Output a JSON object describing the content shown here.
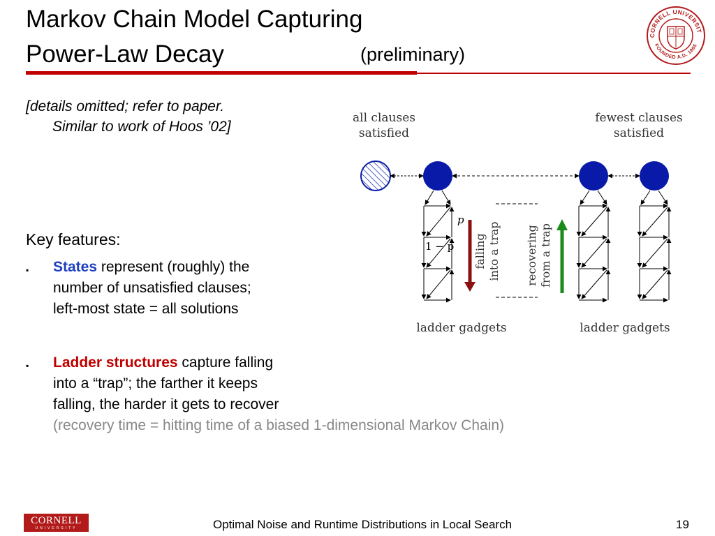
{
  "slide": {
    "title_line1": "Markov Chain Model Capturing",
    "title_line2": "Power-Law Decay",
    "title_suffix": "(preliminary)",
    "note_line1": "[details omitted; refer to paper.",
    "note_line2": "Similar to work of Hoos ’02]",
    "key_features": "Key features:",
    "bullets": [
      {
        "lead": "States",
        "lead_color": "#1f3fbf",
        "line1_rest": " represent (roughly) the",
        "line2": "number of unsatisfied clauses;",
        "line3": "left-most state = all solutions"
      },
      {
        "lead": "Ladder structures",
        "lead_color": "#c00000",
        "line1_rest": " capture falling",
        "line2": "into a “trap”; the farther it keeps",
        "line3": "falling, the harder it gets to recover",
        "line4": "(recovery time = hitting time of a biased 1-dimensional Markov Chain)"
      }
    ]
  },
  "diagram": {
    "label_left_line1": "all clauses",
    "label_left_line2": "satisfied",
    "label_right_line1": "fewest clauses",
    "label_right_line2": "satisfied",
    "prob_p": "p",
    "prob_1mp": "1 − p",
    "falling_line1": "falling",
    "falling_line2": "into a trap",
    "recovering_line1": "recovering",
    "recovering_line2": "from a trap",
    "ladder_left": "ladder gadgets",
    "ladder_right": "ladder gadgets",
    "node_color": "#0a1aa8",
    "fall_arrow_color": "#8b1010",
    "recover_arrow_color": "#1a8a1a"
  },
  "seal": {
    "text_top": "CORNELL UNIVERSITY",
    "text_bottom": "FOUNDED A.D. 1865",
    "color": "#b31b1b"
  },
  "footer": {
    "logo_name": "CORNELL",
    "logo_sub": "UNIVERSITY",
    "text": "Optimal Noise and Runtime Distributions in Local Search",
    "page": "19"
  },
  "colors": {
    "accent_red": "#c00000",
    "states_blue": "#1f3fbf",
    "gray_text": "#888888"
  }
}
